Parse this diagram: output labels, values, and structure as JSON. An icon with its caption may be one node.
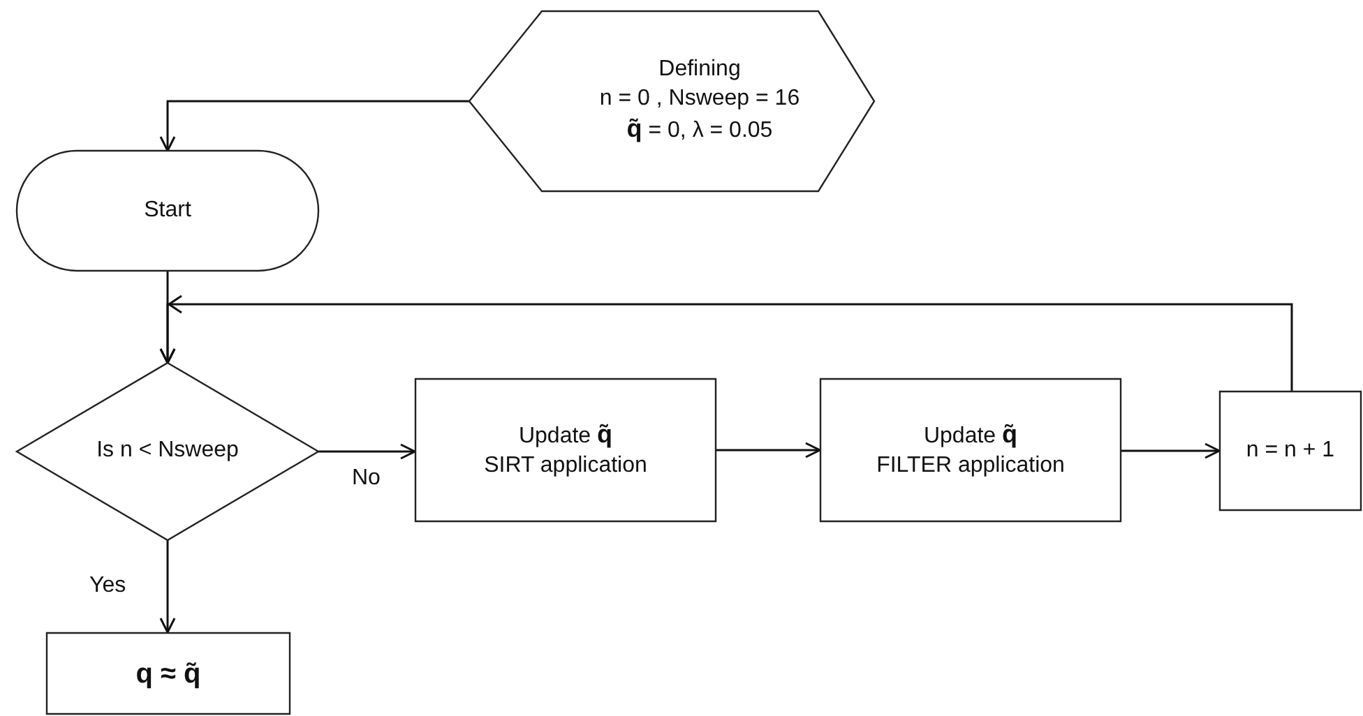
{
  "diagram": {
    "nodes": [
      {
        "text": [
          "Defining",
          "n = 0 , Nsweep = 16",
          "**q̃** = 0, λ = 0.05"
        ]
      },
      {
        "text": [
          "Start"
        ]
      },
      {
        "text": [
          "Is n < Nsweep"
        ]
      },
      {
        "text": [
          "Update **q̃**",
          "SIRT application"
        ]
      },
      {
        "text": [
          "Update **q̃**",
          "FILTER  application"
        ]
      },
      {
        "text": [
          "n = n + 1"
        ]
      },
      {
        "text": [
          "q ≈ q̃"
        ]
      }
    ],
    "edges": [
      {
        "from": 0,
        "to": 1,
        "arrow": "to"
      },
      {
        "from": 1,
        "to": 2,
        "arrow": "to"
      },
      {
        "from": 5,
        "to": 2,
        "arrow": "to"
      },
      {
        "from": 2,
        "to": 3,
        "label": "No",
        "arrow": "to"
      },
      {
        "from": 3,
        "to": 4,
        "arrow": "to"
      },
      {
        "from": 4,
        "to": 5,
        "arrow": "to"
      },
      {
        "from": 2,
        "to": 6,
        "label": "Yes",
        "arrow": "to"
      }
    ]
  }
}
